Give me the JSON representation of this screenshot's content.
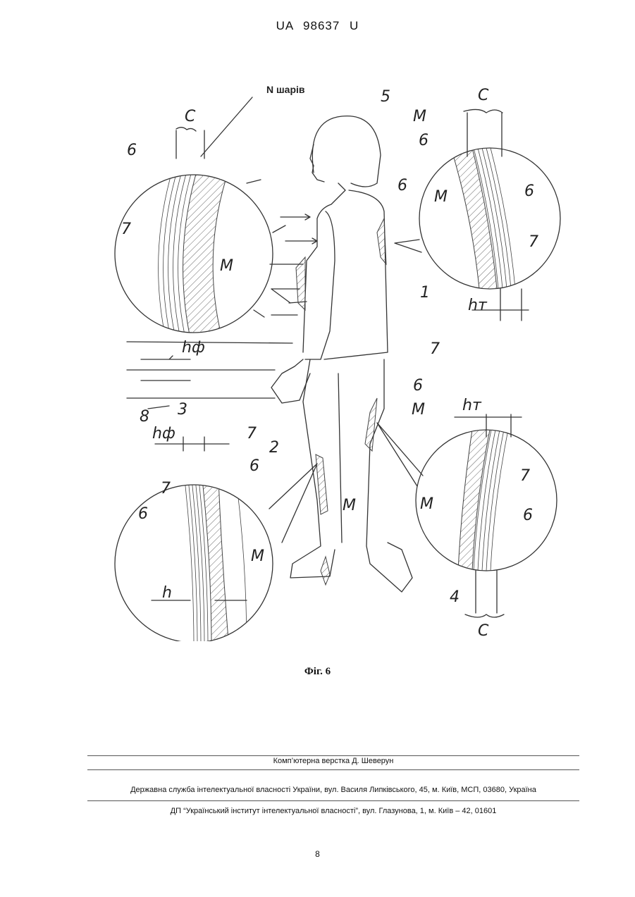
{
  "header": {
    "patent_number": "UA   98637   U"
  },
  "figure": {
    "caption": "Фіг. 6",
    "labels": {
      "n_layers": "N шарів",
      "c": "C",
      "m": "M",
      "h_f": "hф",
      "h_t": "hт",
      "h": "h",
      "n1": "1",
      "n2": "2",
      "n3": "3",
      "n4": "4",
      "n5": "5",
      "n6": "6",
      "n7": "7",
      "n8": "8"
    }
  },
  "footer": {
    "layout_credit": "Комп’ютерна верстка Д. Шеверун",
    "agency": "Державна служба інтелектуальної власності України, вул. Василя Липківського, 45, м. Київ, МСП, 03680, Україна",
    "institute": "ДП “Український інститут інтелектуальної власності”, вул. Глазунова, 1, м. Київ – 42, 01601",
    "page_number": "8"
  }
}
